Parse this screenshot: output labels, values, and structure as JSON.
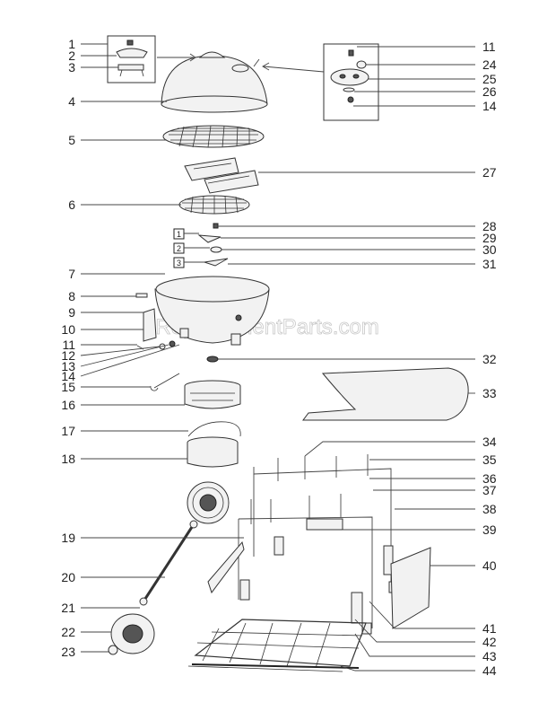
{
  "watermark": "eReplacementParts.com",
  "callouts_left": [
    "1",
    "2",
    "3",
    "4",
    "5",
    "6",
    "7",
    "8",
    "9",
    "10",
    "11",
    "12",
    "13",
    "14",
    "15",
    "16",
    "17",
    "18",
    "19",
    "20",
    "21",
    "22",
    "23"
  ],
  "callouts_right": [
    "11",
    "24",
    "25",
    "26",
    "14",
    "27",
    "28",
    "29",
    "30",
    "31",
    "32",
    "33",
    "34",
    "35",
    "36",
    "37",
    "38",
    "39",
    "40",
    "41",
    "42",
    "43",
    "44"
  ],
  "boxed_markers": [
    "1",
    "2",
    "3"
  ]
}
